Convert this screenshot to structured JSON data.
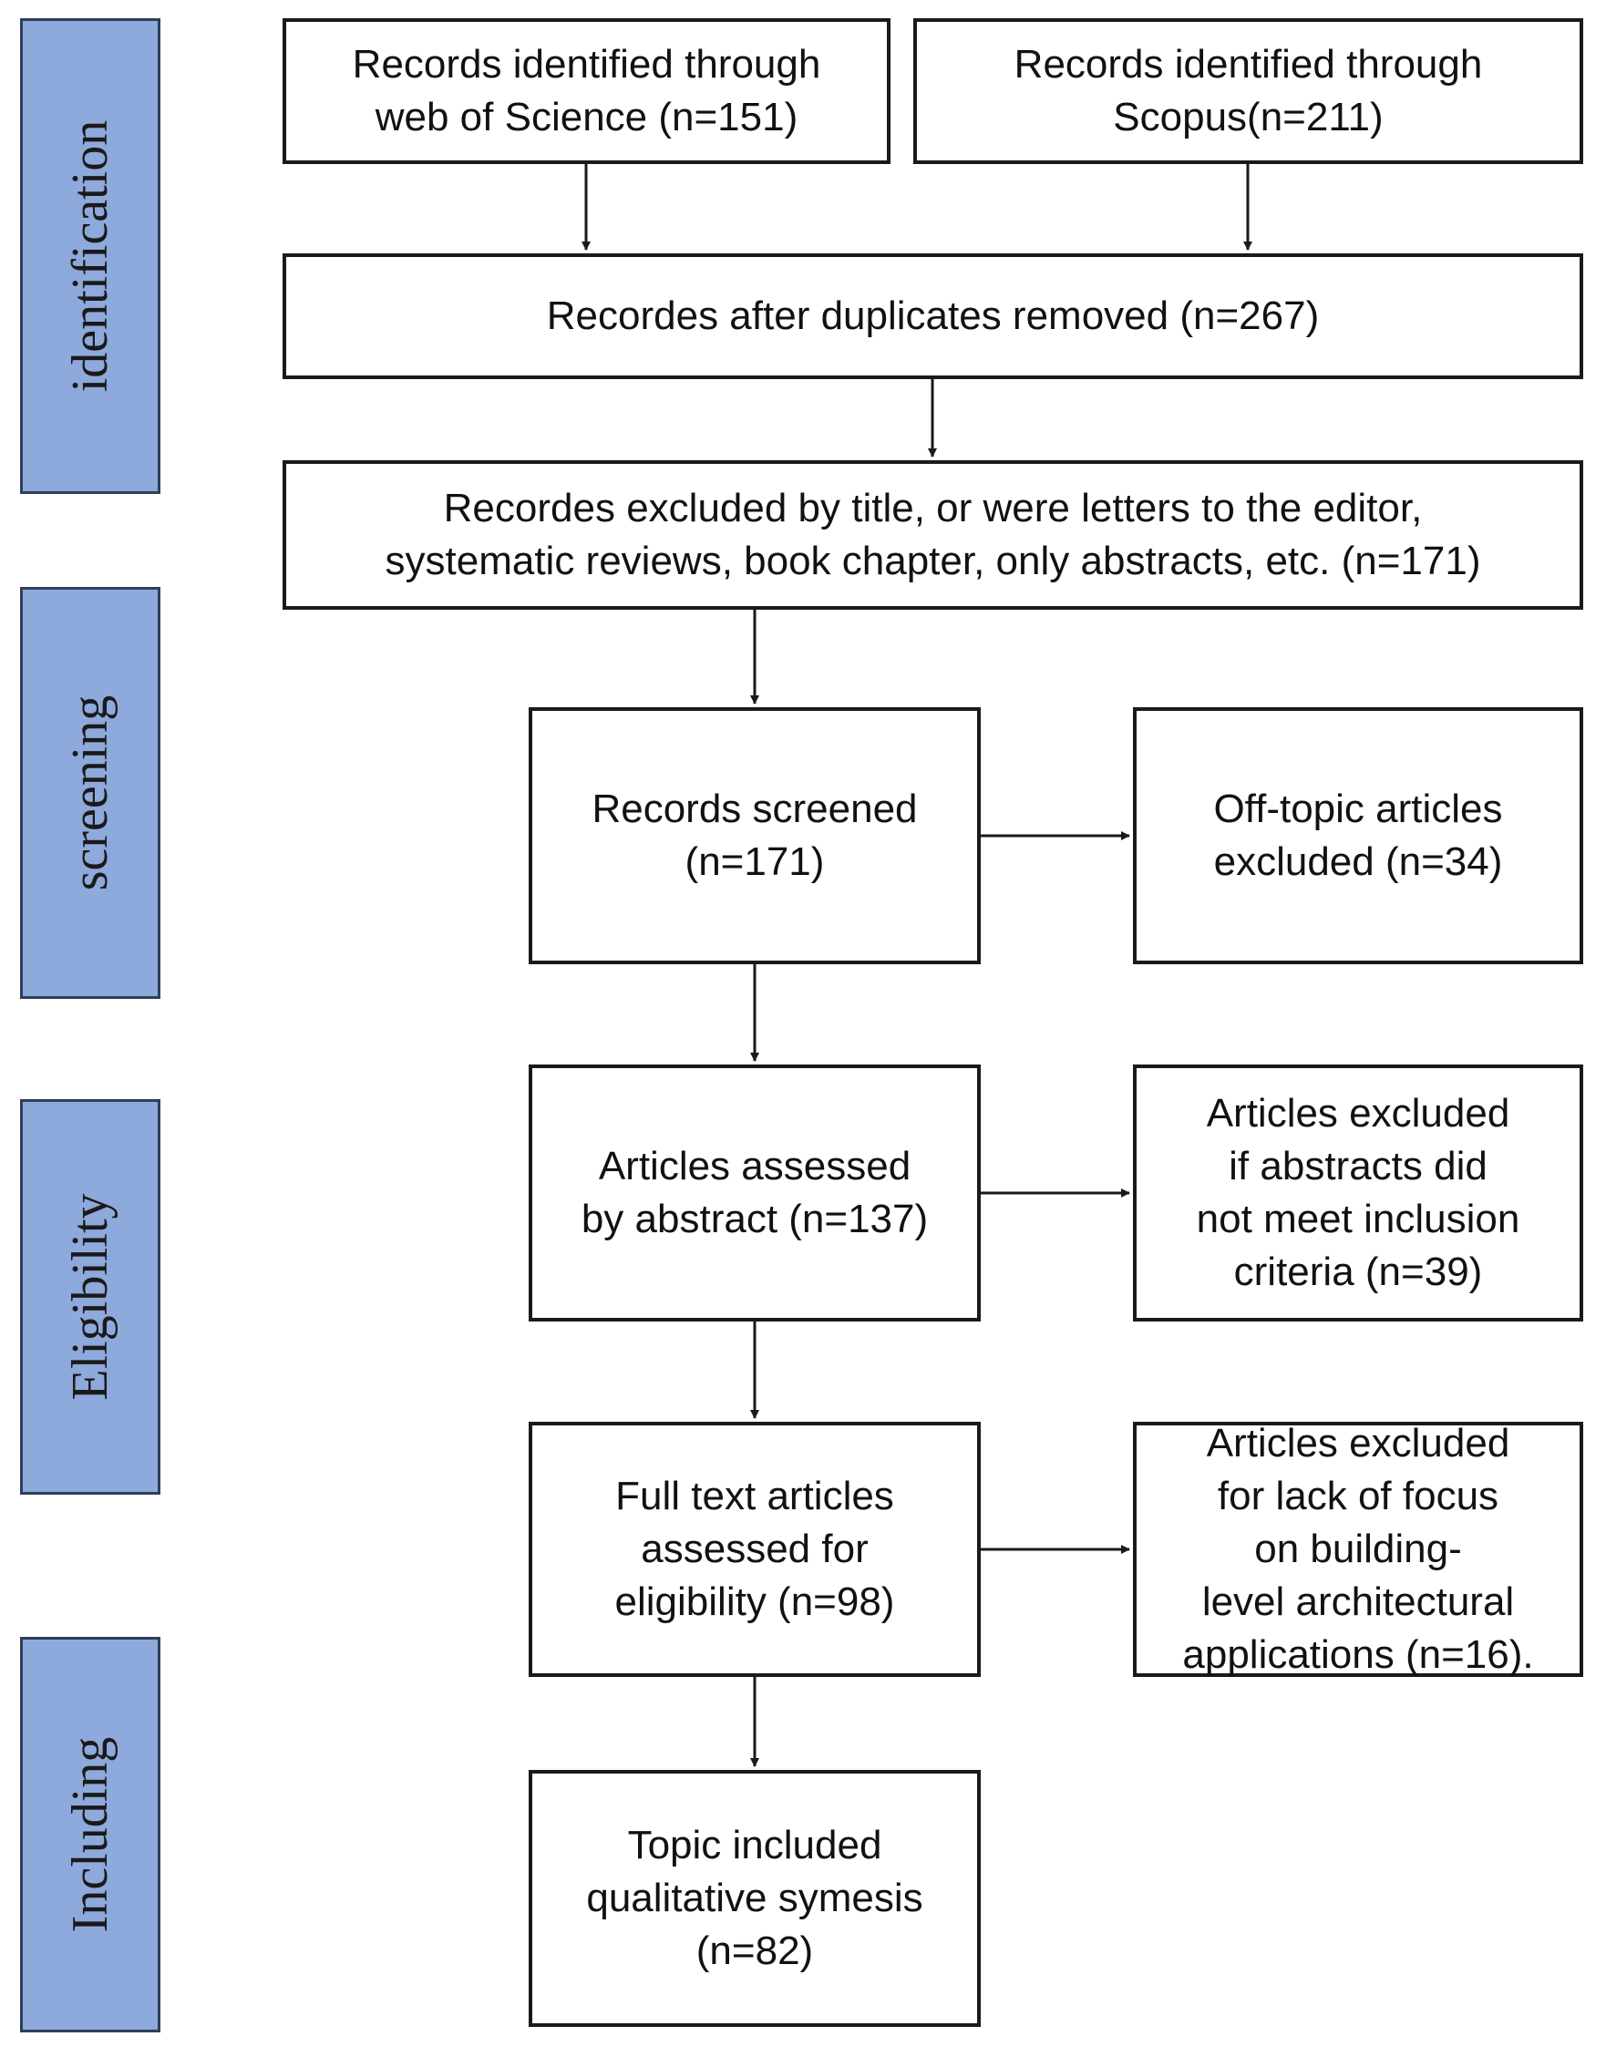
{
  "stages": [
    {
      "label": "identification"
    },
    {
      "label": "screening"
    },
    {
      "label": "Eligibility"
    },
    {
      "label": "Including"
    }
  ],
  "boxes": {
    "wos": "Records identified through\nweb of Science (n=151)",
    "scopus": "Records identified through\nScopus(n=211)",
    "dedup": "Recordes after duplicates removed (n=267)",
    "excluded_title": "Recordes excluded by title, or were letters to the editor,\nsystematic reviews, book chapter, only abstracts, etc. (n=171)",
    "screened": "Records screened\n(n=171)",
    "offtopic": "Off-topic articles\nexcluded (n=34)",
    "abstract": "Articles assessed\nby abstract (n=137)",
    "abstract_excluded": "Articles excluded\nif abstracts did\nnot meet inclusion\ncriteria (n=39)",
    "fulltext": "Full text articles\nassessed for\neligibility (n=98)",
    "fulltext_excluded": "Articles excluded\nfor lack of focus\non building-\nlevel architectural\napplications (n=16).",
    "included": "Topic included\nqualitative symesis\n(n=82)"
  },
  "colors": {
    "stage_fill": "#8ea9db",
    "stage_border": "#2f3e5a",
    "box_border": "#1a1a1a"
  }
}
